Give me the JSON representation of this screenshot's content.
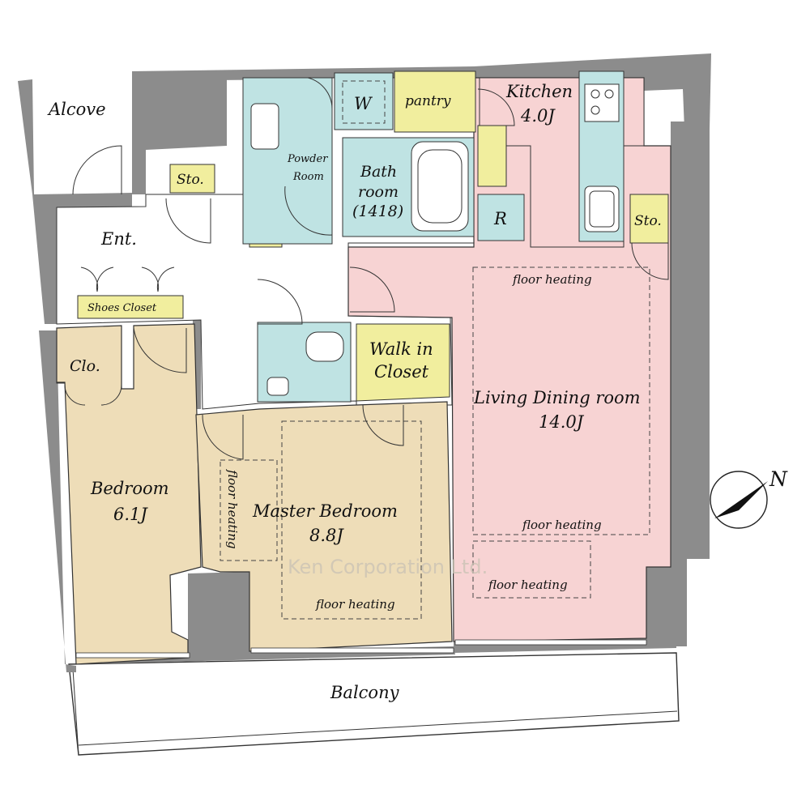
{
  "colors": {
    "wall": "#8c8c8c",
    "living": "#f7d3d3",
    "bedroom": "#eeddb8",
    "wet": "#bfe3e3",
    "storage": "#f1ee9e",
    "floor": "#ffffff"
  },
  "rooms": {
    "alcove": "Alcove",
    "kitchen": "Kitchen",
    "kitchen_size": "4.0J",
    "pantry": "pantry",
    "washer": "W",
    "powder": "Powder",
    "powder2": "Room",
    "bath": "Bath",
    "bath2": "room",
    "bath_size": "(1418)",
    "fridge": "R",
    "sto_left": "Sto.",
    "sto_right": "Sto.",
    "entrance": "Ent.",
    "shoes_closet": "Shoes Closet",
    "clo": "Clo.",
    "walkin": "Walk in",
    "walkin2": "Closet",
    "living": "Living Dining room",
    "living_size": "14.0J",
    "bedroom": "Bedroom",
    "bedroom_size": "6.1J",
    "master": "Master Bedroom",
    "master_size": "8.8J",
    "balcony": "Balcony"
  },
  "heating": {
    "living_top": "floor heating",
    "living_bottom": "floor heating",
    "living_lower": "floor heating",
    "master_bottom": "floor heating",
    "master_side": "floor heating"
  },
  "compass": {
    "label": "N",
    "icon": "north-arrow-icon"
  },
  "watermark": "Ken Corporation Ltd."
}
